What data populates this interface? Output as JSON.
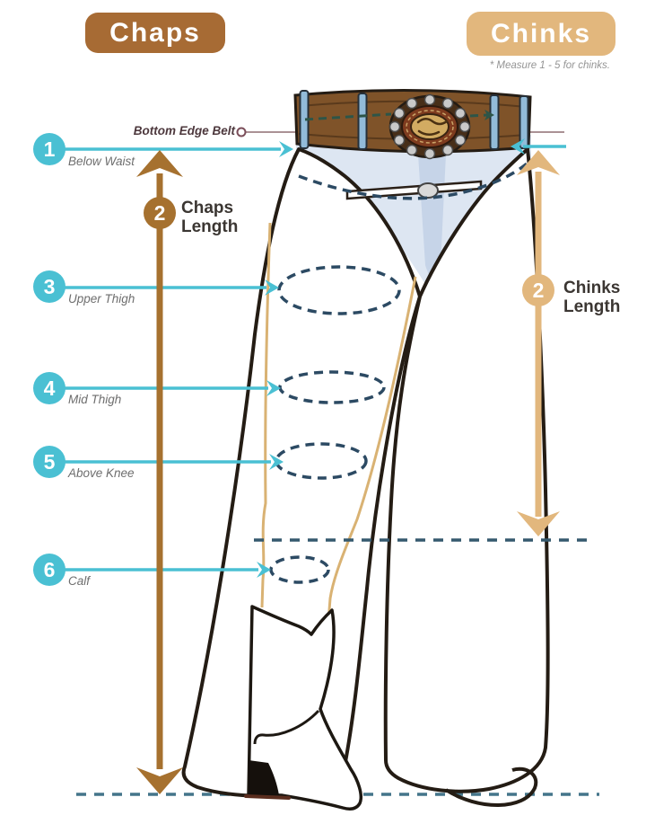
{
  "title_badges": {
    "chaps": "Chaps",
    "chinks": "Chinks"
  },
  "note": "* Measure 1 - 5 for chinks.",
  "belt_marker": {
    "label": "Bottom Edge Belt"
  },
  "rows": [
    {
      "num": "1",
      "label": "Below Waist"
    },
    {
      "num": "3",
      "label": "Upper Thigh"
    },
    {
      "num": "4",
      "label": "Mid Thigh"
    },
    {
      "num": "5",
      "label": "Above Knee"
    },
    {
      "num": "6",
      "label": "Calf"
    }
  ],
  "chaps_length": {
    "num": "2",
    "line1": "Chaps",
    "line2": "Length"
  },
  "chinks_length": {
    "num": "2",
    "line1": "Chinks",
    "line2": "Length"
  },
  "colors": {
    "teal": "#4ac0d3",
    "brown": "#a6712f",
    "tan": "#e2b77d",
    "dash_navy": "#2c4a63",
    "belt_line": "#8f6f72",
    "belt_brown": "#7f5329",
    "yoke_blue": "#dde6f2"
  }
}
